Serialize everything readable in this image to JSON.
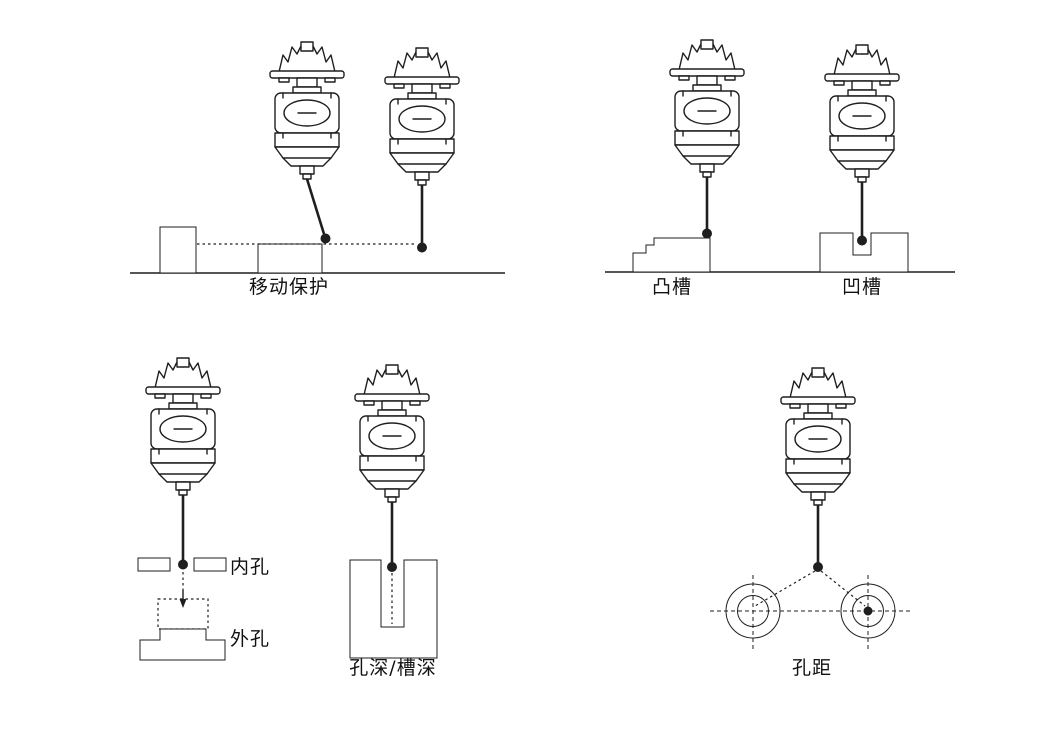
{
  "diagram": {
    "colors": {
      "line": "#1f1f1f",
      "background": "#ffffff"
    },
    "labels": {
      "move_protection": "移动保护",
      "boss_groove": "凸槽",
      "recess_groove": "凹槽",
      "inner_hole": "内孔",
      "outer_hole": "外孔",
      "hole_depth_slot_depth": "孔深/槽深",
      "hole_distance": "孔距"
    }
  }
}
